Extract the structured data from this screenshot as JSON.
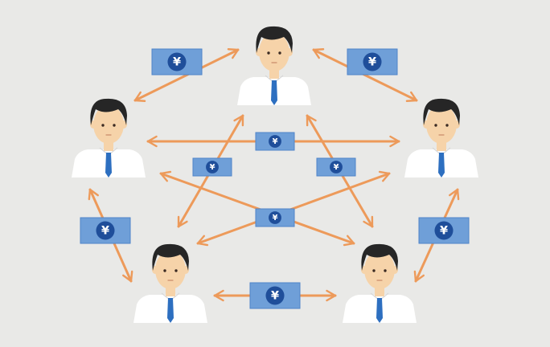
{
  "scene": {
    "background": "#e9e9e7",
    "arrow_color": "#ed9a5a",
    "note_fill": "#6f9fd8",
    "note_border": "#4f84c9",
    "coin_fill": "#1f4e9a",
    "person_skin": "#f6d3a9",
    "person_hair": "#262626",
    "shirt_fill": "#ffffff",
    "tie_fill": "#2d6fc0",
    "currency_symbol": "¥"
  },
  "people": [
    {
      "id": "top"
    },
    {
      "id": "left-upper"
    },
    {
      "id": "right-upper"
    },
    {
      "id": "left-lower"
    },
    {
      "id": "right-lower"
    }
  ],
  "transfers": [
    {
      "from": "left-upper",
      "to": "top",
      "currency": "¥"
    },
    {
      "from": "top",
      "to": "right-upper",
      "currency": "¥"
    },
    {
      "from": "left-upper",
      "to": "right-upper",
      "currency": "¥"
    },
    {
      "from": "top",
      "to": "left-lower",
      "currency": "¥"
    },
    {
      "from": "top",
      "to": "right-lower",
      "currency": "¥"
    },
    {
      "from": "left-upper",
      "to": "right-lower",
      "currency": "¥"
    },
    {
      "from": "right-upper",
      "to": "left-lower",
      "currency": "¥"
    },
    {
      "from": "left-upper",
      "to": "left-lower",
      "currency": "¥"
    },
    {
      "from": "right-upper",
      "to": "right-lower",
      "currency": "¥"
    },
    {
      "from": "left-lower",
      "to": "right-lower",
      "currency": "¥"
    }
  ]
}
